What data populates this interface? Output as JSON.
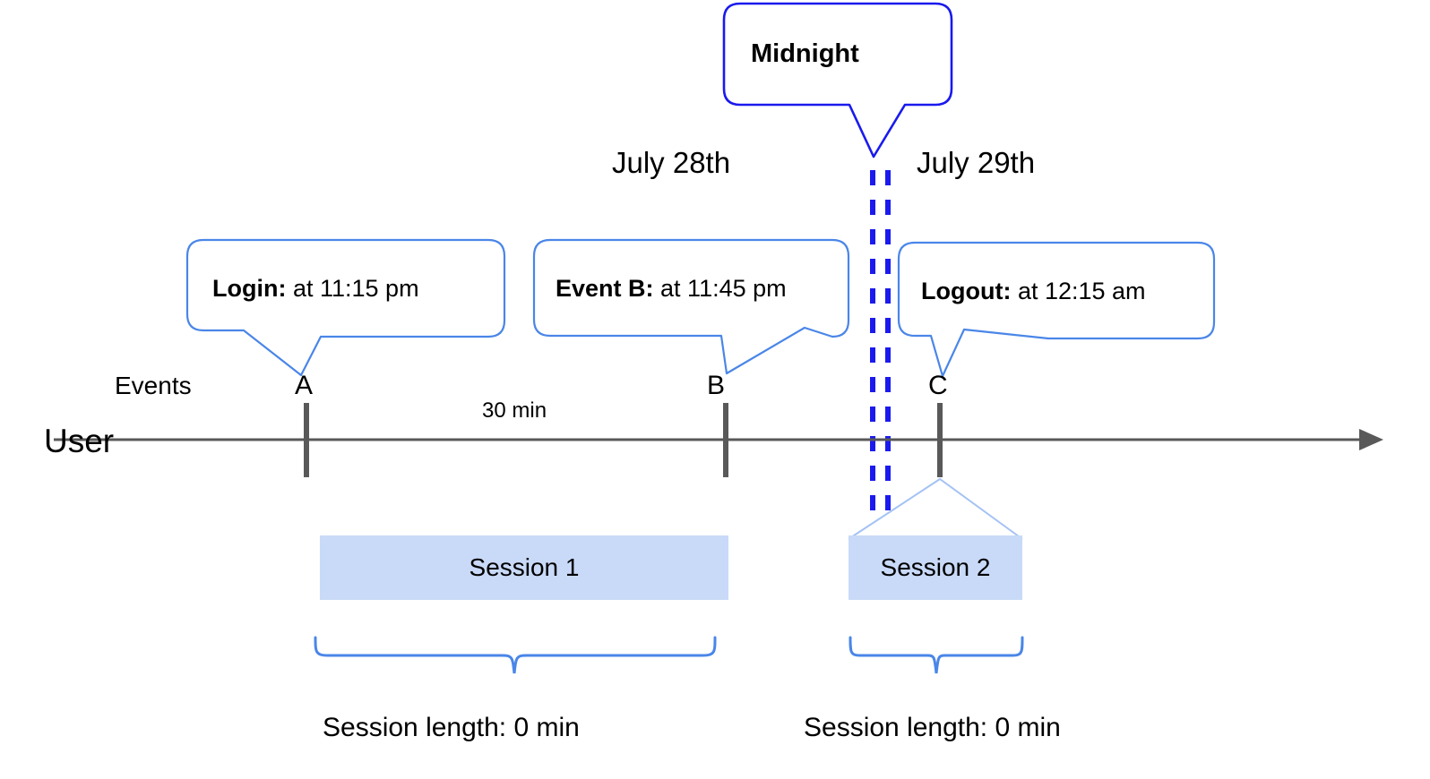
{
  "diagram": {
    "title_callout": {
      "label": "Midnight",
      "border_color": "#1a1aee"
    },
    "dates": [
      {
        "label": "July 28th"
      },
      {
        "label": "July 29th"
      }
    ],
    "event_callouts": [
      {
        "id": "A",
        "bold": "Login:",
        "rest": " at 11:15 pm",
        "border_color": "#4a86e8"
      },
      {
        "id": "B",
        "bold": "Event B:",
        "rest": " at 11:45 pm",
        "border_color": "#4a86e8"
      },
      {
        "id": "C",
        "bold": "Logout:",
        "rest": " at 12:15 am",
        "border_color": "#4a86e8"
      }
    ],
    "axis": {
      "row_label": "User",
      "events_label": "Events",
      "line_color": "#595959",
      "tick_color": "#595959",
      "points": [
        {
          "label": "A"
        },
        {
          "label": "B"
        },
        {
          "label": "C"
        }
      ]
    },
    "gap_label": "30 min",
    "sessions": [
      {
        "label": "Session 1",
        "fill": "#c9daf8"
      },
      {
        "label": "Session 2",
        "fill": "#c9daf8"
      }
    ],
    "session_lengths": [
      {
        "label": "Session length: 0 min"
      },
      {
        "label": "Session length: 0 min"
      }
    ],
    "brace_color": "#4a86e8"
  }
}
